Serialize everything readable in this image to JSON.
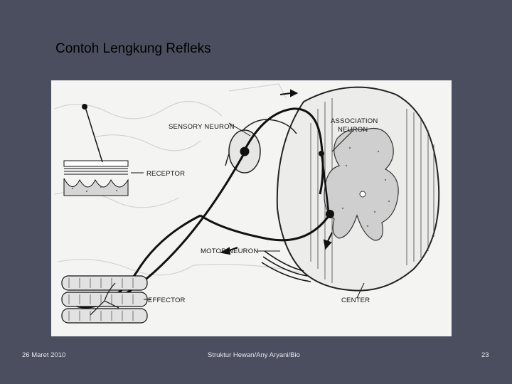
{
  "slide": {
    "title": "Contoh Lengkung Refleks"
  },
  "figure": {
    "labels": {
      "sensory_neuron": "SENSORY NEURON",
      "association_neuron_line1": "ASSOCIATION",
      "association_neuron_line2": "NEURON",
      "receptor": "RECEPTOR",
      "motor_neuron": "MOTOR NEURON",
      "effector": "EFFECTOR",
      "center": "CENTER"
    }
  },
  "footer": {
    "date": "26 Maret 2010",
    "center_text": "Struktur Hewan/Any Aryani/Bio",
    "page_number": "23"
  },
  "colors": {
    "background": "#4a4e5e",
    "figure_background": "#f4f4f2",
    "footer_text": "#e8e8ec"
  }
}
